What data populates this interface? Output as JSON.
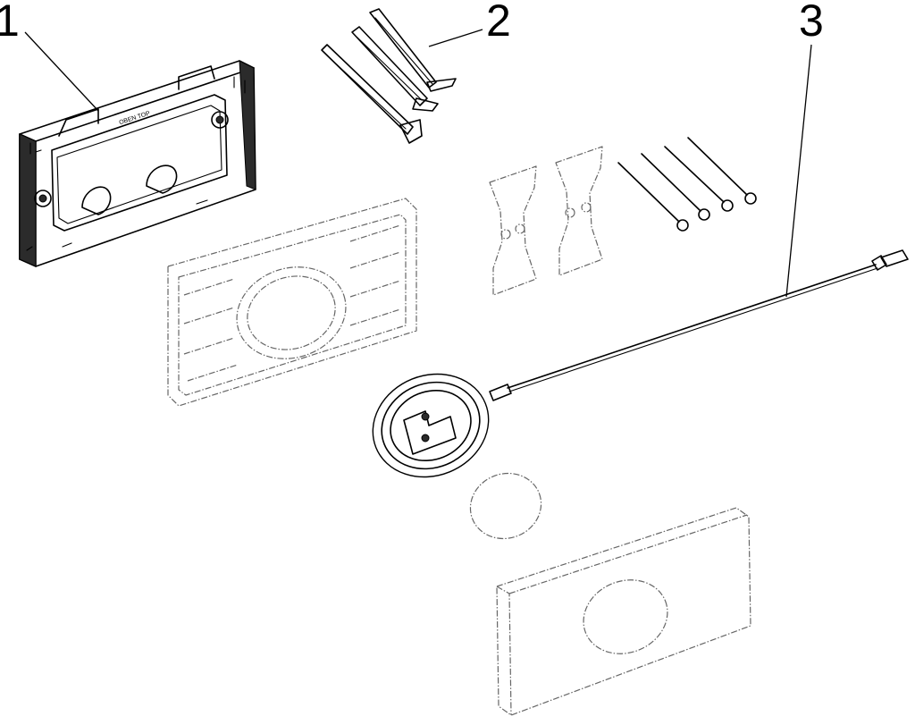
{
  "callouts": [
    {
      "label": "1"
    },
    {
      "label": "2"
    },
    {
      "label": "3"
    }
  ],
  "frame_embossed_text": "OBEN TOP"
}
